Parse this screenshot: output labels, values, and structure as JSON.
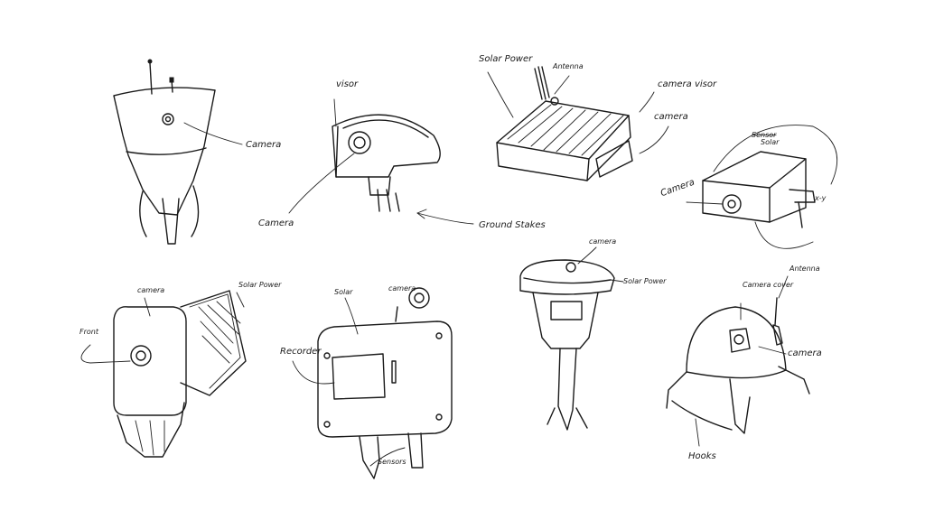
{
  "sketches": [
    {
      "id": "s1",
      "labels": {
        "camera": "Camera"
      }
    },
    {
      "id": "s2",
      "labels": {
        "visor": "visor",
        "camera": "Camera",
        "ground_stakes": "Ground Stakes"
      }
    },
    {
      "id": "s3",
      "labels": {
        "solar_power": "Solar Power",
        "antenna": "Antenna",
        "camera_visor": "camera visor",
        "camera": "camera"
      }
    },
    {
      "id": "s4",
      "labels": {
        "sensor": "Sensor",
        "solar": "Solar",
        "camera": "Camera",
        "xy": "x-y"
      }
    },
    {
      "id": "s5",
      "labels": {
        "camera": "camera",
        "solar_power": "Solar Power",
        "front": "Front"
      }
    },
    {
      "id": "s6",
      "labels": {
        "solar": "Solar",
        "camera": "camera",
        "recorder": "Recorder",
        "sensors": "Sensors"
      }
    },
    {
      "id": "s7",
      "labels": {
        "camera": "camera",
        "solar_power": "Solar Power"
      }
    },
    {
      "id": "s8",
      "labels": {
        "camera_cover": "Camera cover",
        "antenna": "Antenna",
        "camera": "camera",
        "hooks": "Hooks"
      }
    }
  ]
}
